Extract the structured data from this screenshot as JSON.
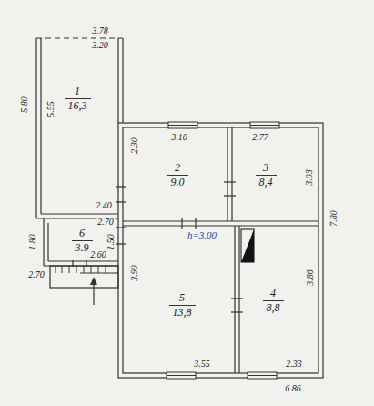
{
  "diagram": {
    "nodes": [
      {
        "text": [
          "1",
          "16,3"
        ]
      },
      {
        "text": [
          "2",
          "9.0"
        ]
      },
      {
        "text": [
          "3",
          "8,4"
        ]
      },
      {
        "text": [
          "6",
          "3.9"
        ]
      },
      {
        "text": [
          "5",
          "13,8"
        ]
      },
      {
        "text": [
          "4",
          "8,8"
        ]
      }
    ],
    "labels": [
      "3.78",
      "3.20",
      "5.80",
      "5.55",
      "2.40",
      "2.30",
      "3.10",
      "2.77",
      "3.03",
      "7.80",
      "h=3.00",
      "2.70",
      "1.80",
      "1.50",
      "2.60",
      "2.70",
      "3.90",
      "3.86",
      "3.55",
      "2.33",
      "6.86"
    ]
  }
}
